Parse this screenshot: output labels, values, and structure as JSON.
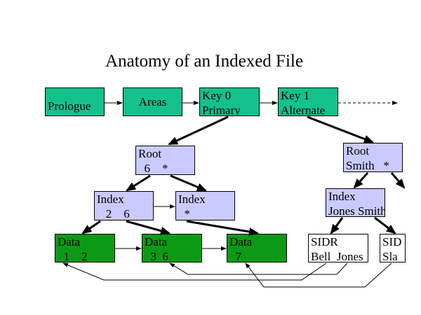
{
  "title": "Anatomy of an Indexed File",
  "top_row": {
    "prologue": "Prologue",
    "areas": "Areas",
    "key0": "Key 0\nPrimary",
    "key1": "Key 1\nAlternate"
  },
  "left_tree": {
    "root": "Root\n  6    *",
    "index1": "Index\n   2    6",
    "index2": "Index\n  *",
    "data1": "Data\n  1    2",
    "data2": "Data\n  3  6",
    "data3": "Data\n  7"
  },
  "right_tree": {
    "root": "Root\nSmith   *",
    "index": "Index\nJones Smith",
    "sidr1": "SIDR\nBell  Jones",
    "sidr2": "SID\nSla"
  }
}
